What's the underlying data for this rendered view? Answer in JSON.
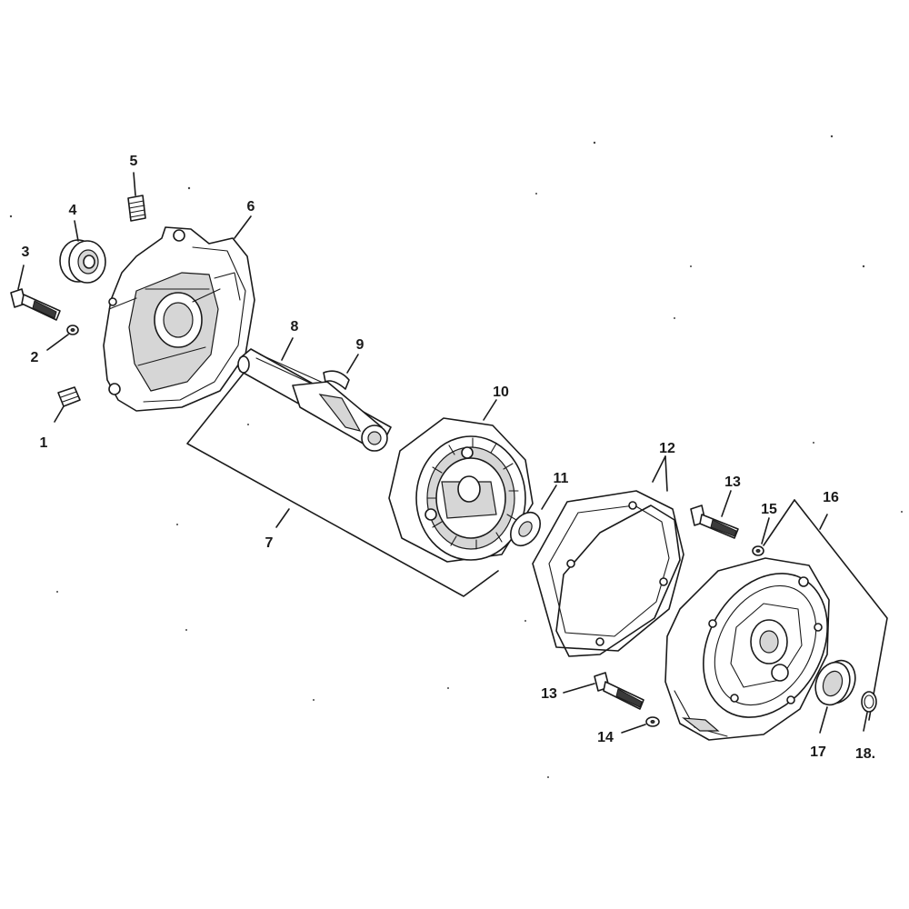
{
  "labels": {
    "p1": "1",
    "p2": "2",
    "p3": "3",
    "p4": "4",
    "p5": "5",
    "p6": "6",
    "p7": "7",
    "p8": "8",
    "p9": "9",
    "p10": "10",
    "p11": "11",
    "p12": "12",
    "p13a": "13",
    "p13b": "13",
    "p14": "14",
    "p15": "15",
    "p16": "16",
    "p17": "17",
    "p18": "18."
  }
}
